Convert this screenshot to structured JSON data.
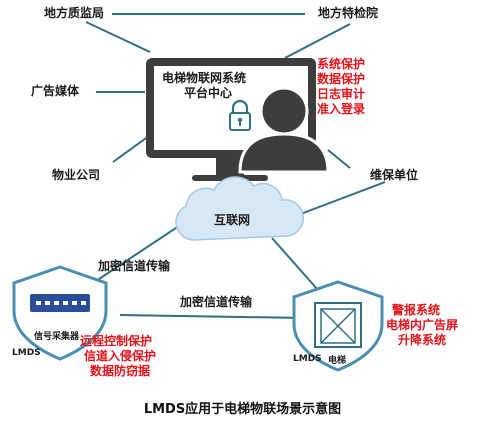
{
  "nodes": {
    "top_left": "地方质监局",
    "top_right": "地方特检院",
    "mid_left": "广告媒体",
    "lower_left": "物业公司",
    "right": "维保单位",
    "platform_line1": "电梯物联网系统",
    "platform_line2": "平台中心",
    "internet": "互联网"
  },
  "platform_features": [
    "系统保护",
    "数据保护",
    "日志审计",
    "准入登录"
  ],
  "links": {
    "encrypted_1": "加密信道传输",
    "encrypted_2": "加密信道传输"
  },
  "collector": {
    "label": "信号采集器",
    "tag": "LMDS",
    "features": [
      "远程控制保护",
      "信道入侵保护",
      "数据防窃据"
    ]
  },
  "elevator": {
    "label": "电梯",
    "tag": "LMDS",
    "features": [
      "警报系统",
      "电梯内广告屏",
      "升降系统"
    ]
  },
  "caption": "LMDS应用于电梯物联场景示意图",
  "colors": {
    "line": "#2f6f86",
    "icon_dark": "#3d3d3d",
    "shield_stroke": "#4a8fb3",
    "cloud_fill": "#d6e8f5",
    "accent_red": "#e3121b",
    "collector_blue": "#2a4d9c"
  }
}
